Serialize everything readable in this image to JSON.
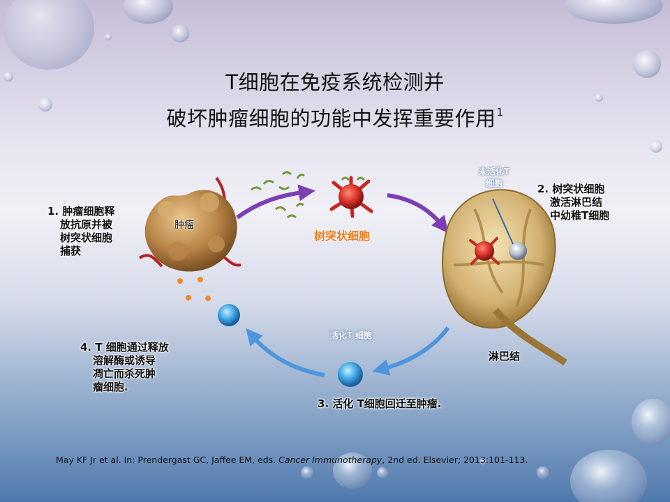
{
  "slide": {
    "title_line1": "T细胞在免疫系统检测并",
    "title_line2": "破坏肿瘤细胞的功能中发挥重要作用",
    "title_superscript": "1"
  },
  "diagram": {
    "tumor_label": "肿瘤",
    "dendritic_label": "树突状细胞",
    "naive_t_label": [
      "未活化T",
      "细胞"
    ],
    "activated_t_label": "活化T 细胞",
    "lymph_node_label": "淋巴结",
    "steps": {
      "step1": [
        "1. 肿瘤细胞释",
        "放抗原并被",
        "树突状细胞",
        "捕获"
      ],
      "step2": [
        "2. 树突状细胞",
        "激活淋巴结",
        "中幼稚T细胞"
      ],
      "step3": "3. 活化 T细胞回迁至肿瘤.",
      "step4": [
        "4. T 细胞通过释放",
        "溶解酶或诱导",
        "凋亡而杀死肿",
        "瘤细胞."
      ]
    }
  },
  "citation": {
    "prefix": "May KF Jr et al. In: Prendergast GC, Jaffee EM, eds. ",
    "book": "Cancer Immunotherapy",
    "suffix": ", 2nd ed. Elsevier; 2013:101-113."
  },
  "colors": {
    "arrow_purple": "#7b3fb3",
    "arrow_blue": "#4f95dd",
    "dendritic_label": "#f07a1a",
    "tumor": "#c9a06a",
    "dendritic_cell": "#d8322a",
    "t_cell": "#3fa8e6",
    "lymph_node": "#d8bf86"
  }
}
